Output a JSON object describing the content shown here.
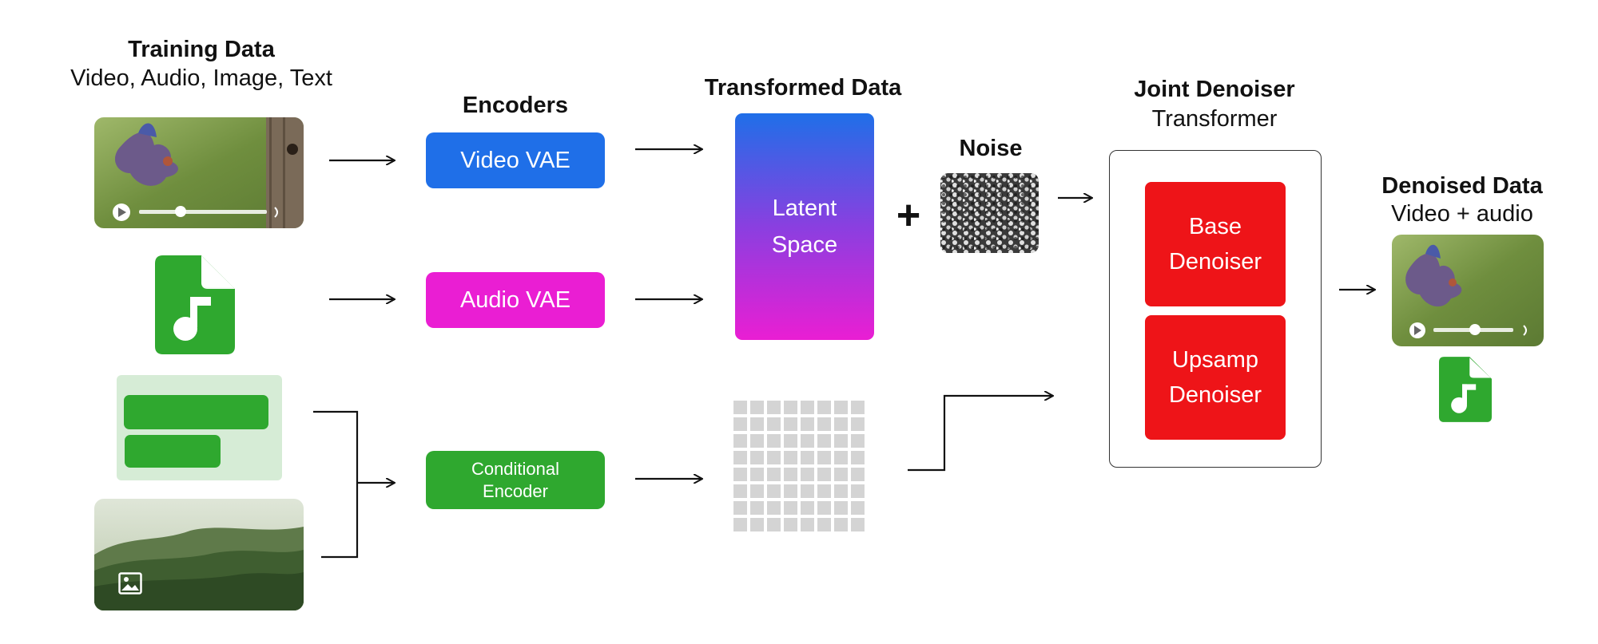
{
  "training": {
    "title": "Training Data",
    "subtitle": "Video, Audio, Image, Text"
  },
  "encoders": {
    "title": "Encoders",
    "video": "Video VAE",
    "audio": "Audio VAE",
    "conditional_line1": "Conditional",
    "conditional_line2": "Encoder"
  },
  "transformed": {
    "title": "Transformed Data",
    "latent_line1": "Latent",
    "latent_line2": "Space"
  },
  "noise": {
    "title": "Noise",
    "plus": "+"
  },
  "denoiser": {
    "title": "Joint Denoiser",
    "subtitle": "Transformer",
    "base_line1": "Base",
    "base_line2": "Denoiser",
    "upsamp_line1": "Upsamp",
    "upsamp_line2": "Denoiser"
  },
  "output": {
    "title": "Denoised Data",
    "subtitle": "Video + audio"
  },
  "colors": {
    "video_vae": "#1f6fe8",
    "audio_vae": "#ea1ed3",
    "conditional": "#2fa82f",
    "denoiser": "#ee1418",
    "green": "#2fa82f",
    "text_panel": "#d6ecd6",
    "grid": "#d4d4d4"
  },
  "icons": [
    "audio-file-icon",
    "play-icon",
    "volume-icon",
    "image-icon"
  ]
}
